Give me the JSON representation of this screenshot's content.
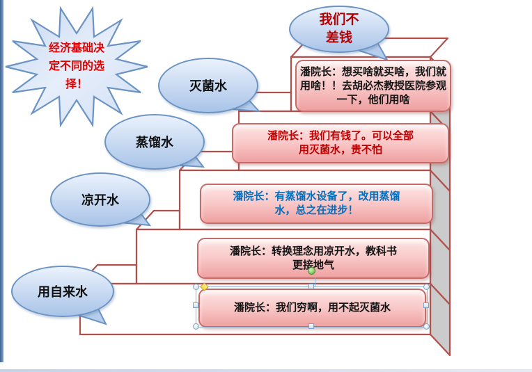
{
  "slide": {
    "starburst": {
      "lines": [
        "经济基础决",
        "定不同的选",
        "择！"
      ],
      "text_color": "#E10000"
    },
    "top_bubble": {
      "lines": [
        "我们不",
        "差钱"
      ],
      "text_color": "#B30000"
    },
    "step_bubbles": [
      {
        "label": "灭菌水"
      },
      {
        "label": "蒸馏水"
      },
      {
        "label": "凉开水"
      },
      {
        "label": "用自来水"
      }
    ],
    "speech_boxes": [
      {
        "lines": [
          "潘院长：想买啥就买啥，我们就",
          "用啥！！去胡必杰教授医院参观",
          "一下，他们用啥"
        ],
        "text_color": "#141414"
      },
      {
        "lines": [
          "潘院长：我们有钱了。可以全部",
          "用灭菌水，贵不怕"
        ],
        "text_color": "#C00000"
      },
      {
        "lines": [
          "潘院长：有蒸馏水设备了，改用蒸馏",
          "水，总之在进步！"
        ],
        "text_color": "#0070C0"
      },
      {
        "lines": [
          "潘院长：转换理念用凉开水，教科书",
          "更接地气"
        ],
        "text_color": "#141414"
      },
      {
        "lines": [
          "潘院长：我们穷啊，用不起灭菌水"
        ],
        "text_color": "#141414"
      }
    ],
    "colors": {
      "stair_outline": "#B0504D",
      "stair_side_fill": "#CBCBCB",
      "pink_box_border": "#C76B69",
      "bubble_border": "#6B94C4",
      "edge_bar_blue": "#3F6190",
      "selection_handle_blue": "#7FA3C0",
      "rotation_handle_green": "#57A23A",
      "adjust_handle_yellow": "#FFD42A"
    }
  }
}
